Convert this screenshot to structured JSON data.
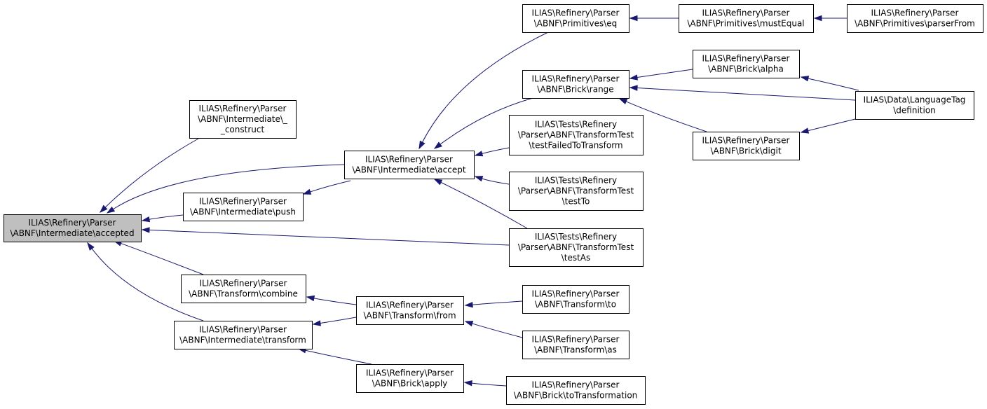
{
  "colors": {
    "edge": "#191970",
    "node_fill": "#ffffff",
    "highlight_fill": "#bfbfbf",
    "border": "#000000"
  },
  "nodes": {
    "accepted": [
      "ILIAS\\Refinery\\Parser",
      "\\ABNF\\Intermediate\\accepted"
    ],
    "construct": [
      "ILIAS\\Refinery\\Parser",
      "\\ABNF\\Intermediate\\_",
      "_construct"
    ],
    "accept": [
      "ILIAS\\Refinery\\Parser",
      "\\ABNF\\Intermediate\\accept"
    ],
    "push": [
      "ILIAS\\Refinery\\Parser",
      "\\ABNF\\Intermediate\\push"
    ],
    "combine": [
      "ILIAS\\Refinery\\Parser",
      "\\ABNF\\Transform\\combine"
    ],
    "transform": [
      "ILIAS\\Refinery\\Parser",
      "\\ABNF\\Intermediate\\transform"
    ],
    "from": [
      "ILIAS\\Refinery\\Parser",
      "\\ABNF\\Transform\\from"
    ],
    "apply": [
      "ILIAS\\Refinery\\Parser",
      "\\ABNF\\Brick\\apply"
    ],
    "eq": [
      "ILIAS\\Refinery\\Parser",
      "\\ABNF\\Primitives\\eq"
    ],
    "range": [
      "ILIAS\\Refinery\\Parser",
      "\\ABNF\\Brick\\range"
    ],
    "testFailed": [
      "ILIAS\\Tests\\Refinery",
      "\\Parser\\ABNF\\TransformTest",
      "\\testFailedToTransform"
    ],
    "testTo": [
      "ILIAS\\Tests\\Refinery",
      "\\Parser\\ABNF\\TransformTest",
      "\\testTo"
    ],
    "testAs": [
      "ILIAS\\Tests\\Refinery",
      "\\Parser\\ABNF\\TransformTest",
      "\\testAs"
    ],
    "to": [
      "ILIAS\\Refinery\\Parser",
      "\\ABNF\\Transform\\to"
    ],
    "as": [
      "ILIAS\\Refinery\\Parser",
      "\\ABNF\\Transform\\as"
    ],
    "toTransformation": [
      "ILIAS\\Refinery\\Parser",
      "\\ABNF\\Brick\\toTransformation"
    ],
    "mustEqual": [
      "ILIAS\\Refinery\\Parser",
      "\\ABNF\\Primitives\\mustEqual"
    ],
    "alpha": [
      "ILIAS\\Refinery\\Parser",
      "\\ABNF\\Brick\\alpha"
    ],
    "digit": [
      "ILIAS\\Refinery\\Parser",
      "\\ABNF\\Brick\\digit"
    ],
    "parserFrom": [
      "ILIAS\\Refinery\\Parser",
      "\\ABNF\\Primitives\\parserFrom"
    ],
    "definition": [
      "ILIAS\\Data\\LanguageTag",
      "\\definition"
    ]
  },
  "edges": [
    [
      "construct",
      "accepted"
    ],
    [
      "accept",
      "accepted"
    ],
    [
      "push",
      "accepted"
    ],
    [
      "testAs",
      "accepted"
    ],
    [
      "combine",
      "accepted"
    ],
    [
      "transform",
      "accepted"
    ],
    [
      "accept",
      "push"
    ],
    [
      "eq",
      "accept"
    ],
    [
      "range",
      "accept"
    ],
    [
      "testFailed",
      "accept"
    ],
    [
      "testTo",
      "accept"
    ],
    [
      "testAs",
      "accept"
    ],
    [
      "from",
      "combine"
    ],
    [
      "from",
      "transform"
    ],
    [
      "apply",
      "transform"
    ],
    [
      "to",
      "from"
    ],
    [
      "as",
      "from"
    ],
    [
      "toTransformation",
      "apply"
    ],
    [
      "mustEqual",
      "eq"
    ],
    [
      "parserFrom",
      "mustEqual"
    ],
    [
      "alpha",
      "range"
    ],
    [
      "definition",
      "range"
    ],
    [
      "digit",
      "range"
    ],
    [
      "definition",
      "alpha"
    ],
    [
      "definition",
      "digit"
    ]
  ]
}
